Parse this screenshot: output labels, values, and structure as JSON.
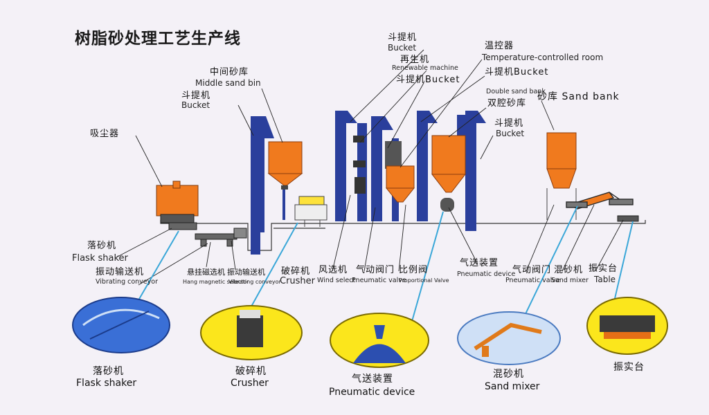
{
  "title": "树脂砂处理工艺生产线",
  "labels": {
    "bucket1_zh": "斗提机",
    "bucket1_en": "Bucket",
    "renew_zh": "再生机",
    "renew_en": "Renewable machine",
    "bucket2_zh": "斗提机Bucket",
    "temp_zh": "温控器",
    "temp_en": "Temperature-controlled room",
    "bucket3_zh": "斗提机Bucket",
    "double_en": "Double sand bank",
    "double_zh": "双腔砂库",
    "sandbank": "砂库 Sand bank",
    "bucket4_zh": "斗提机",
    "bucket4_en": "Bucket",
    "middle_zh": "中间砂库",
    "middle_en": "Middle sand bin",
    "bucket5_zh": "斗提机",
    "bucket5_en": "Bucket",
    "dust_zh": "吸尘器",
    "flask_zh": "落砂机",
    "flask_en": "Flask shaker",
    "vib_zh": "振动输送机",
    "vib_en": "Vibrating conveyor",
    "hang_zh": "悬挂磁选机",
    "hang_en": "Hang magnetic selector",
    "vib2_zh": "振动输送机",
    "vib2_en": "Vibrating conveyor",
    "crusher_zh": "破碎机",
    "crusher_en": "Crusher",
    "wind_zh": "风选机",
    "wind_en": "Wind select",
    "pv_zh": "气动阀门",
    "pv_en": "Pneumatic valve",
    "prop_zh": "比例阀",
    "prop_en": "Proportional Valve",
    "pd_zh": "气送装置",
    "pd_en": "Pneumatic device",
    "pv2_zh": "气动阀门",
    "pv2_en": "Pneumatic valve",
    "mixer_zh": "混砂机",
    "mixer_en": "Sand mixer",
    "table_zh": "振实台",
    "table_en": "Table"
  },
  "captions": {
    "c1_zh": "落砂机",
    "c1_en": "Flask shaker",
    "c2_zh": "破碎机",
    "c2_en": "Crusher",
    "c3_zh": "气送装置",
    "c3_en": "Pneumatic device",
    "c4_zh": "混砂机",
    "c4_en": "Sand mixer",
    "c5_zh": "振实台"
  },
  "colors": {
    "bucket_blue": "#2a3f9c",
    "bin_orange": "#f07a1e",
    "ellipse_yellow": "#fbe61c",
    "ellipse_blue": "#3a6fd6",
    "ellipse_pale": "#cfe0f6",
    "leader_line": "#3aa7d8"
  }
}
